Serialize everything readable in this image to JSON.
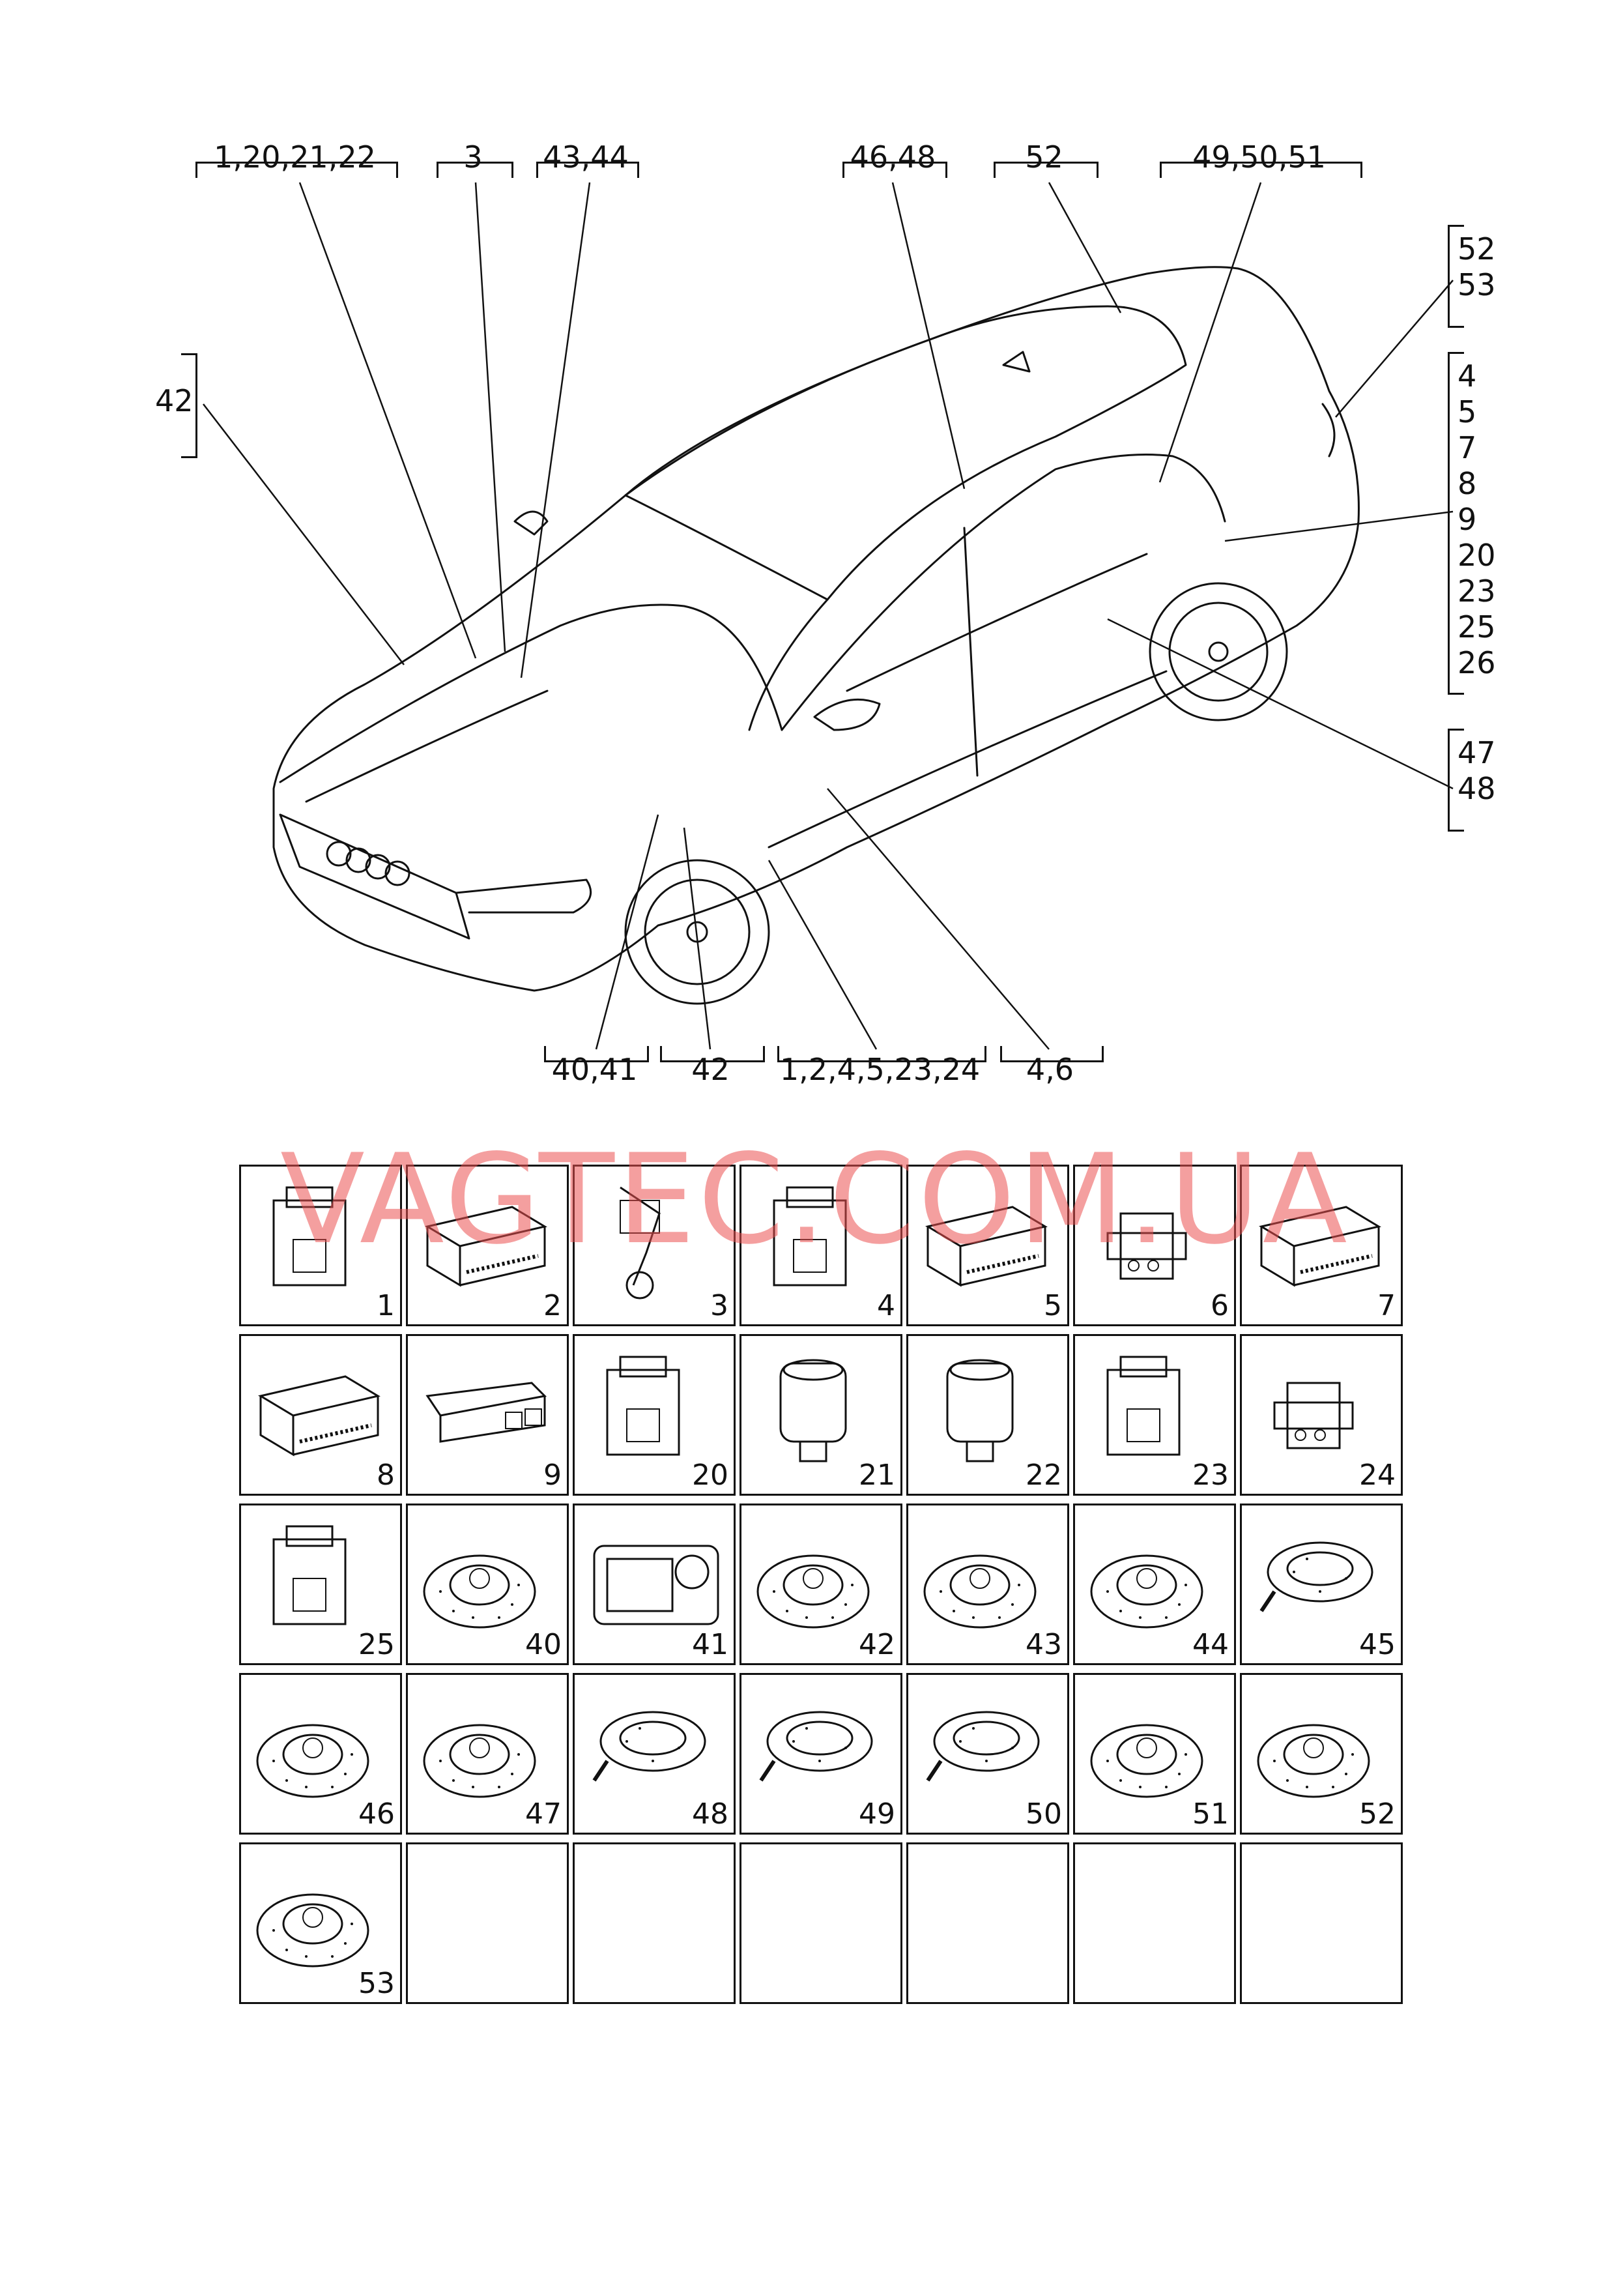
{
  "callouts_top": [
    {
      "id": "c-top-1",
      "text": "1,20,21,22"
    },
    {
      "id": "c-top-2",
      "text": "3"
    },
    {
      "id": "c-top-3",
      "text": "43,44"
    },
    {
      "id": "c-top-4",
      "text": "46,48"
    },
    {
      "id": "c-top-5",
      "text": "52"
    },
    {
      "id": "c-top-6",
      "text": "49,50,51"
    }
  ],
  "callout_left": "42",
  "callouts_right": {
    "group1": [
      "52",
      "53"
    ],
    "group2": [
      "4",
      "5",
      "7",
      "8",
      "9",
      "20",
      "23",
      "25",
      "26"
    ],
    "group3": [
      "47",
      "48"
    ]
  },
  "callouts_bottom": [
    {
      "id": "c-bot-1",
      "text": "40,41"
    },
    {
      "id": "c-bot-2",
      "text": "42"
    },
    {
      "id": "c-bot-3",
      "text": "1,2,4,5,23,24"
    },
    {
      "id": "c-bot-4",
      "text": "4,6"
    }
  ],
  "watermark": "VAGTEC.COM.UA",
  "parts": [
    {
      "num": "1",
      "icon": "connector-housing"
    },
    {
      "num": "2",
      "icon": "multi-pin-connector"
    },
    {
      "num": "3",
      "icon": "wiring-plug"
    },
    {
      "num": "4",
      "icon": "connector-housing"
    },
    {
      "num": "5",
      "icon": "multi-pin-connector"
    },
    {
      "num": "6",
      "icon": "small-connector"
    },
    {
      "num": "7",
      "icon": "multi-pin-connector"
    },
    {
      "num": "8",
      "icon": "multi-pin-connector"
    },
    {
      "num": "9",
      "icon": "flat-connector"
    },
    {
      "num": "20",
      "icon": "connector-housing"
    },
    {
      "num": "21",
      "icon": "round-plug"
    },
    {
      "num": "22",
      "icon": "round-plug"
    },
    {
      "num": "23",
      "icon": "connector-housing"
    },
    {
      "num": "24",
      "icon": "small-connector"
    },
    {
      "num": "25",
      "icon": "connector-housing"
    },
    {
      "num": "40",
      "icon": "round-grommet"
    },
    {
      "num": "41",
      "icon": "flat-grommet"
    },
    {
      "num": "42",
      "icon": "round-grommet"
    },
    {
      "num": "43",
      "icon": "round-grommet"
    },
    {
      "num": "44",
      "icon": "round-grommet"
    },
    {
      "num": "45",
      "icon": "oval-grommet"
    },
    {
      "num": "46",
      "icon": "round-grommet"
    },
    {
      "num": "47",
      "icon": "round-grommet"
    },
    {
      "num": "48",
      "icon": "oval-grommet"
    },
    {
      "num": "49",
      "icon": "oval-grommet"
    },
    {
      "num": "50",
      "icon": "oval-grommet"
    },
    {
      "num": "51",
      "icon": "round-grommet"
    },
    {
      "num": "52",
      "icon": "round-grommet"
    },
    {
      "num": "53",
      "icon": "round-grommet"
    }
  ]
}
